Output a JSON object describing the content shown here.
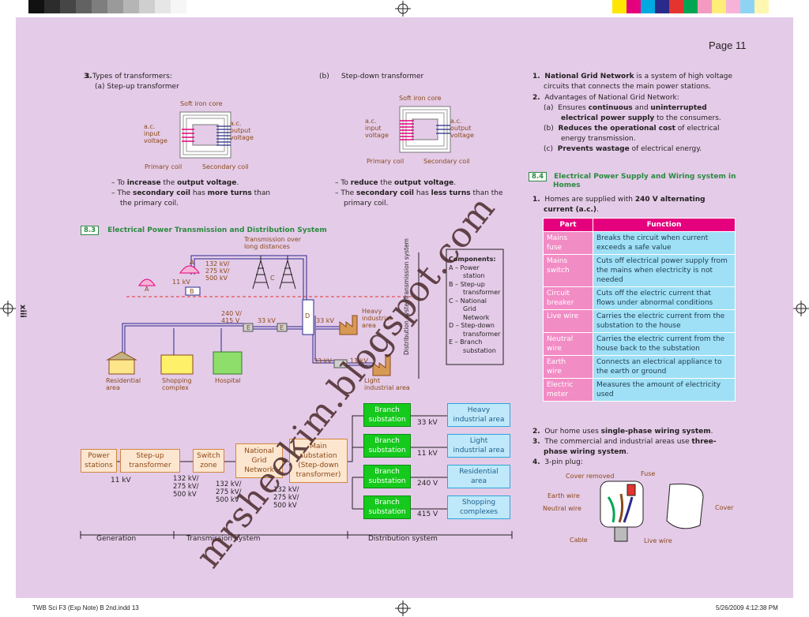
{
  "page_label": "Page 11",
  "side_marker": "xiii",
  "footer": {
    "file": "TWB Sci F3 (Exp Note) B 2nd.indd   13",
    "date": "5/26/2009   4:12:38 PM"
  },
  "watermark": "mrsheekim.blogspot.com",
  "colors": {
    "page_bg": "#e4cbe8",
    "green": "#2a8a3f",
    "magenta": "#e5007d",
    "cyan": "#9fe0f6",
    "pink": "#f28cc5"
  },
  "left": {
    "q3_title": "3.  Types of transformers:",
    "q3a": "(a)  Step-up transformer",
    "q3b_num": "(b)",
    "q3b": "Step-down transformer",
    "soft_iron_core": "Soft iron core",
    "ac_input_voltage": [
      "a.c.",
      "input",
      "voltage"
    ],
    "ac_output_voltage": [
      "a.c.",
      "output",
      "voltage"
    ],
    "primary_coil": "Primary coil",
    "secondary_coil": "Secondary coil",
    "up_bullets": [
      [
        "– To ",
        "increase",
        " the ",
        "output voltage",
        "."
      ],
      [
        "– The ",
        "secondary coil",
        " has ",
        "more turns",
        " than"
      ],
      [
        "the primary coil."
      ]
    ],
    "down_bullets": [
      [
        "– To ",
        "reduce",
        " the ",
        "output voltage",
        "."
      ],
      [
        "– The ",
        "secondary coil",
        " has ",
        "less turns",
        " than the"
      ],
      [
        "primary coil."
      ]
    ],
    "section_83_num": "8.3",
    "section_83_title": "Electrical Power Transmission and Distribution System"
  },
  "diagram": {
    "transmission_over": [
      "Transmission over",
      "long distances"
    ],
    "v132": [
      "132 kV/",
      "275 kV/",
      "500 kV"
    ],
    "v11": "11 kV",
    "label_a": "A",
    "label_b": "B",
    "label_c": "C",
    "label_d": "D",
    "label_e": "E",
    "v240": [
      "240 V/",
      "415 V"
    ],
    "v33": "33 kV",
    "heavy_industrial": [
      "Heavy",
      "industrial",
      "area"
    ],
    "transmission_system": "Transmission system",
    "distribution_system": "Distribution system",
    "components_title": "Components:",
    "components": [
      "A – Power",
      "station",
      "B – Step-up",
      "transformer",
      "C – National",
      "Grid",
      "Network",
      "D – Step-down",
      "transformer",
      "E – Branch",
      "substation"
    ],
    "residential_area": [
      "Residential",
      "area"
    ],
    "shopping_complex": [
      "Shopping",
      "complex"
    ],
    "hospital": "Hospital",
    "light_industrial": [
      "Light",
      "industrial area"
    ]
  },
  "flow": {
    "power_stations": [
      "Power",
      "stations"
    ],
    "step_up": [
      "Step-up",
      "transformer"
    ],
    "switch_zone": [
      "Switch",
      "zone"
    ],
    "national_grid": [
      "National",
      "Grid",
      "Network"
    ],
    "main_substation": [
      "Main",
      "substation",
      "(Step-down",
      "transformer)"
    ],
    "branch": [
      "Branch",
      "substation"
    ],
    "dest": [
      {
        "v": "33 kV",
        "name": [
          "Heavy",
          "industrial area"
        ]
      },
      {
        "v": "11 kV",
        "name": [
          "Light",
          "industrial area"
        ]
      },
      {
        "v": "240 V",
        "name": [
          "Residential",
          "area"
        ]
      },
      {
        "v": "415 V",
        "name": [
          "Shopping",
          "complexes"
        ]
      }
    ],
    "v11kv": "11 kV",
    "v132_a": [
      "132 kV/",
      "275 kV/",
      "500 kV"
    ],
    "generation": "Generation",
    "transmission_system": "Transmission system",
    "distribution_system": "Distribution system"
  },
  "right": {
    "p1_lead": "National Grid Network",
    "p1_rest": " is a system of high voltage",
    "p1_line2": "circuits that connects the main power stations.",
    "p2": "Advantages of National Grid Network:",
    "p2a_num": "(a)",
    "p2a": [
      "Ensures ",
      "continuous",
      " and ",
      "uninterrupted"
    ],
    "p2a_line2": "electrical power supply",
    "p2a_line2_rest": " to the consumers.",
    "p2b_num": "(b)",
    "p2b": [
      "Reduces the operational cost",
      " of electrical"
    ],
    "p2b_line2": "energy transmission.",
    "p2c_num": "(c)",
    "p2c_b": "Prevents wastage",
    "p2c_rest": " of electrical energy.",
    "section_84_num": "8.4",
    "section_84_title": [
      "Electrical Power Supply and Wiring system in",
      "Homes"
    ],
    "h1_a": "Homes are supplied with ",
    "h1_b": "240 V alternating",
    "h1_c": "current (a.c.)",
    "table_head": [
      "Part",
      "Function"
    ],
    "table": [
      {
        "part": [
          "Mains",
          "fuse"
        ],
        "fn": "Breaks the circuit when current exceeds a safe value"
      },
      {
        "part": [
          "Mains",
          "switch"
        ],
        "fn": "Cuts off electrical power supply from the mains when electricity is not needed"
      },
      {
        "part": [
          "Circuit",
          "breaker"
        ],
        "fn": "Cuts off the electric current that flows under abnormal conditions"
      },
      {
        "part": [
          "Live wire"
        ],
        "fn": "Carries the electric current from the substation to the house"
      },
      {
        "part": [
          "Neutral",
          "wire"
        ],
        "fn": "Carries the electric current from the house back to the substation"
      },
      {
        "part": [
          "Earth",
          "wire"
        ],
        "fn": "Connects an electrical appliance to the earth or ground"
      },
      {
        "part": [
          "Electric",
          "meter"
        ],
        "fn": "Measures the amount of electricity used"
      }
    ],
    "h2_a": "Our home uses ",
    "h2_b": "single-phase wiring system",
    "h3_a": "The commercial and industrial areas use ",
    "h3_b": "three-",
    "h3_c": "phase wiring system",
    "h4": "3-pin plug:",
    "plug": {
      "cover_removed": "Cover removed",
      "fuse": "Fuse",
      "earth_wire": "Earth wire",
      "neutral_wire": "Neutral wire",
      "cover": "Cover",
      "cable": "Cable",
      "live_wire": "Live wire"
    }
  }
}
